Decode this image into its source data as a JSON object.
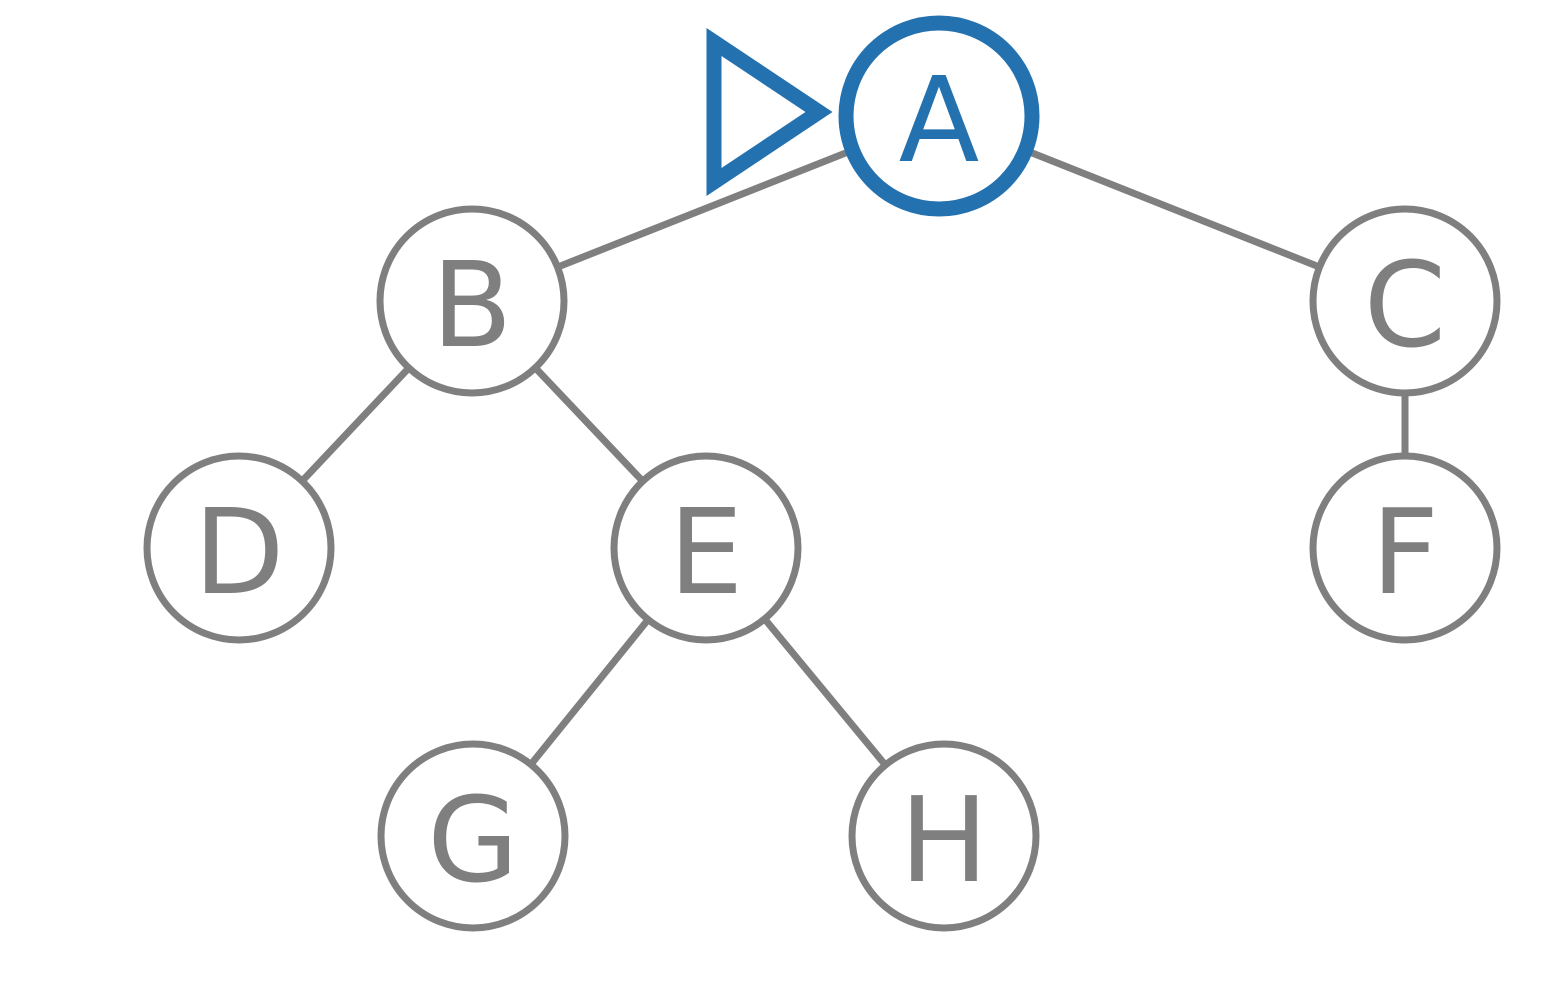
{
  "diagram": {
    "highlight_color": "#2471b0",
    "default_color": "#7f7f7f",
    "pointer": {
      "icon": "triangle-pointer-icon",
      "target": "A"
    },
    "nodes": [
      {
        "id": "A",
        "label": "A",
        "highlighted": true
      },
      {
        "id": "B",
        "label": "B",
        "highlighted": false
      },
      {
        "id": "C",
        "label": "C",
        "highlighted": false
      },
      {
        "id": "D",
        "label": "D",
        "highlighted": false
      },
      {
        "id": "E",
        "label": "E",
        "highlighted": false
      },
      {
        "id": "F",
        "label": "F",
        "highlighted": false
      },
      {
        "id": "G",
        "label": "G",
        "highlighted": false
      },
      {
        "id": "H",
        "label": "H",
        "highlighted": false
      }
    ],
    "edges": [
      {
        "from": "A",
        "to": "B"
      },
      {
        "from": "A",
        "to": "C"
      },
      {
        "from": "B",
        "to": "D"
      },
      {
        "from": "B",
        "to": "E"
      },
      {
        "from": "C",
        "to": "F"
      },
      {
        "from": "E",
        "to": "G"
      },
      {
        "from": "E",
        "to": "H"
      }
    ]
  }
}
